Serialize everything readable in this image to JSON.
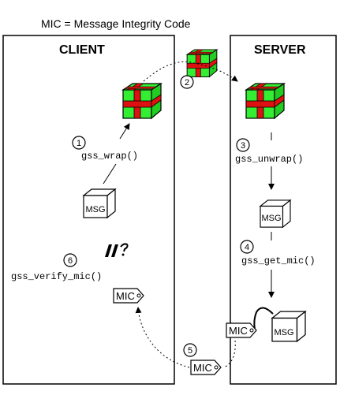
{
  "title": "MIC = Message Integrity Code",
  "client": {
    "label": "CLIENT"
  },
  "server": {
    "label": "SERVER"
  },
  "steps": {
    "s1": {
      "num": "1",
      "func": "gss_wrap()"
    },
    "s2": {
      "num": "2"
    },
    "s3": {
      "num": "3",
      "func": "gss_unwrap()"
    },
    "s4": {
      "num": "4",
      "func": "gss_get_mic()"
    },
    "s5": {
      "num": "5"
    },
    "s6": {
      "num": "6",
      "func": "gss_verify_mic()"
    }
  },
  "boxes": {
    "client_msg": "MSG",
    "server_msg": "MSG",
    "server_msg2": "MSG"
  },
  "tags": {
    "client_mic": "MIC",
    "server_mic": "MIC",
    "transit_mic": "MIC"
  },
  "colors": {
    "gift_box": "#33ee33",
    "gift_ribbon": "#dd1111",
    "outline": "#000000"
  },
  "icons": {
    "gift": "wrapped-gift-icon",
    "cube": "message-cube-icon",
    "tag": "mic-tag-icon",
    "verify": "verification-check-icon"
  }
}
